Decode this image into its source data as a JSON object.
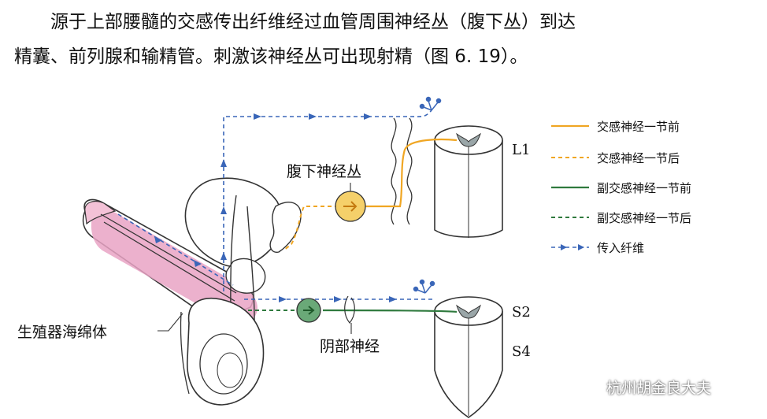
{
  "paragraph": {
    "line1": "源于上部腰髓的交感传出纤维经过血管周围神经丛（腹下丛）到达",
    "line2": "精囊、前列腺和输精管。刺激该神经丛可出现射精（图 6. 19）。"
  },
  "labels": {
    "hypogastric_plexus": "腹下神经丛",
    "corpus_cavernosum": "生殖器海绵体",
    "pudendal_nerve": "阴部神经",
    "segment_L1": "L1",
    "segment_S2": "S2",
    "segment_S4": "S4"
  },
  "legend": [
    {
      "label": "交感神经一节前",
      "color": "#f0a623",
      "style": "solid"
    },
    {
      "label": "交感神经一节后",
      "color": "#f0a623",
      "style": "dashed"
    },
    {
      "label": "副交感神经一节前",
      "color": "#2f7a3e",
      "style": "solid"
    },
    {
      "label": "副交感神经一节后",
      "color": "#2f7a3e",
      "style": "dashed"
    },
    {
      "label": "传入纤维",
      "color": "#3a66b8",
      "style": "arrow-dashed"
    }
  ],
  "colors": {
    "sympathetic": "#f0a623",
    "parasympathetic": "#2f7a3e",
    "afferent": "#3a66b8",
    "erectile_tissue": "#e9a3c4",
    "outline": "#333333"
  },
  "watermark": "杭州胡金良大夫"
}
